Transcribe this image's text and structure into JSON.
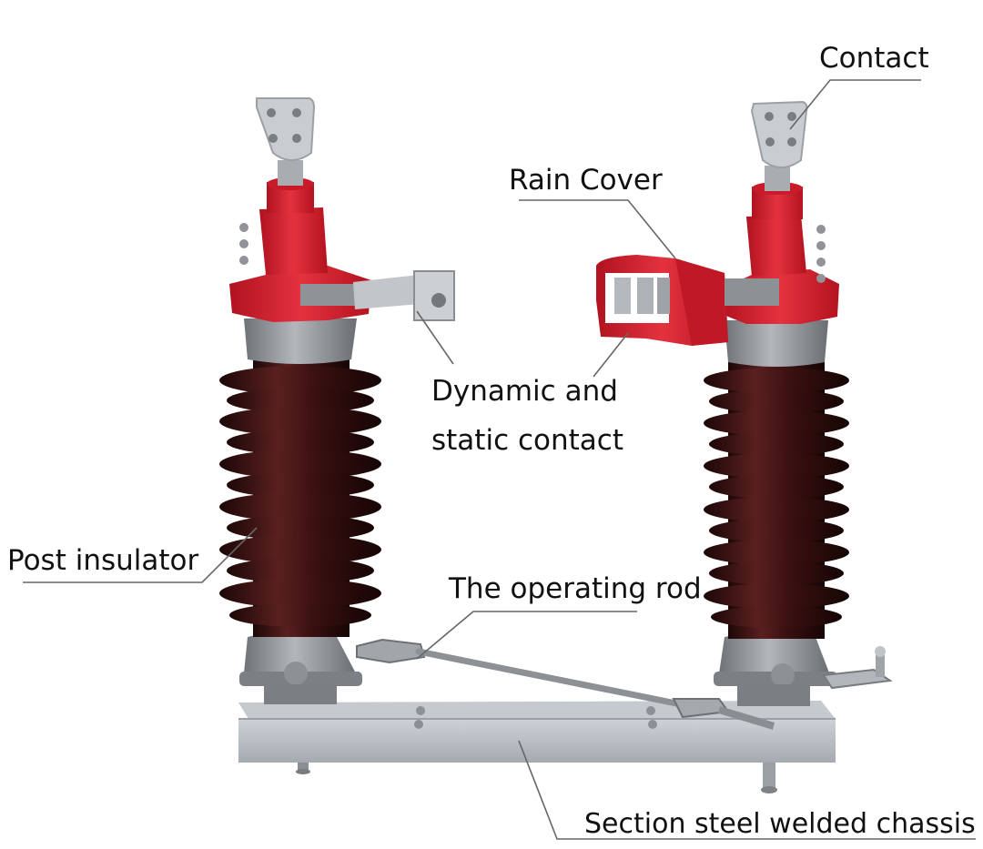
{
  "labels": {
    "contact": "Contact",
    "rain_cover": "Rain Cover",
    "dynamic_line1": "Dynamic and",
    "dynamic_line2": "static contact",
    "post_insulator": "Post insulator",
    "operating_rod": "The operating rod",
    "chassis": "Section steel welded chassis"
  },
  "colors": {
    "insulator": "#3a1414",
    "cap_red": "#d81e2e",
    "galvanized": "#8a8d90",
    "chassis": "#b9bec3",
    "terminal": "#c9ccd0",
    "leader_line": "#666666"
  }
}
